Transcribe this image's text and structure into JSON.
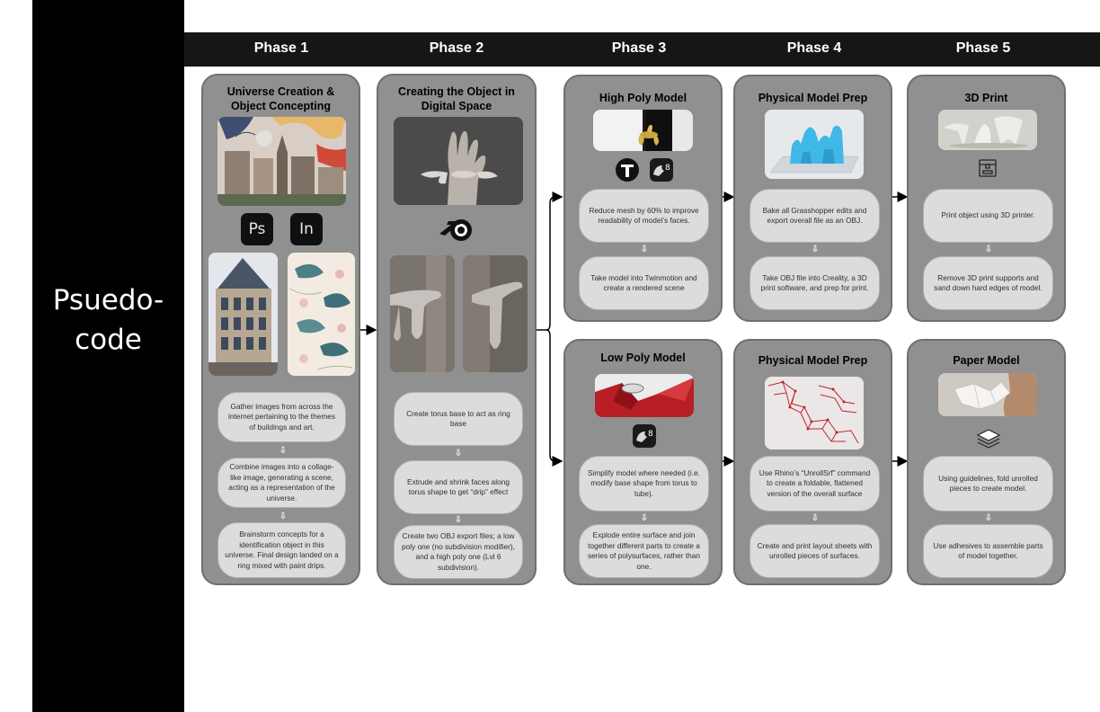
{
  "sidebar": {
    "title": "Psuedo-\ncode"
  },
  "phases": [
    "Phase 1",
    "Phase 2",
    "Phase 3",
    "Phase 4",
    "Phase 5"
  ],
  "cards": {
    "p1": {
      "title": "Universe Creation &\nObject Concepting",
      "apps": [
        "Ps",
        "In"
      ],
      "steps": [
        "Gather images from across the internet pertaining to the themes of buildings and art.",
        "Combine images into a collage-like image, generating a scene, acting as a representation of the universe.",
        "Brainstorm concepts for a identification object in this universe. Final design landed on a ring mixed with paint drips."
      ]
    },
    "p2": {
      "title": "Creating the Object in\nDigital Space",
      "steps": [
        "Create torus base to act as ring base",
        "Extrude and shrink faces along torus shape to get “drip” effect",
        "Create two OBJ export files; a low poly one (no subdivision modifier), and a high poly one (Lvl 6 subdivision)."
      ]
    },
    "p3a": {
      "title": "High Poly Model",
      "steps": [
        "Reduce mesh by 60% to improve readability of model’s faces.",
        "Take model into Twinmotion and create a rendered scene"
      ]
    },
    "p3b": {
      "title": "Low Poly Model",
      "steps": [
        "Simplify model where needed (i.e. modify base shape from torus to tube).",
        "Explode entire surface and join together different parts to create a series of polysurfaces, rather than one."
      ]
    },
    "p4a": {
      "title": "Physical Model Prep",
      "steps": [
        "Bake all Grasshopper edits and export overall file as an OBJ.",
        "Take OBJ file into Creality, a 3D print software, and prep for print."
      ]
    },
    "p4b": {
      "title": "Physical Model Prep",
      "steps": [
        "Use Rhino’s “UnrollSrf” command to create a foldable, flattened version of the overall surface",
        "Create and print layout sheets with unrolled pieces of surfaces."
      ]
    },
    "p5a": {
      "title": "3D Print",
      "steps": [
        "Print object using 3D printer.",
        "Remove 3D print supports and sand down hard edges of model."
      ]
    },
    "p5b": {
      "title": "Paper Model",
      "steps": [
        "Using guidelines, fold unrolled pieces to create model.",
        "Use adhesives to assemble parts of model together."
      ]
    }
  },
  "icons": {
    "blender": "blender-logo-icon",
    "twinmotion": "twinmotion-logo-icon",
    "rhino": "rhino-8-logo-icon",
    "printer": "3d-printer-icon",
    "layers": "layers-stack-icon"
  },
  "colors": {
    "card_bg": "#909090",
    "step_bg": "#dcdcdc",
    "print_blue": "#3fb8e8",
    "paper_red": "#c0242c",
    "phase_bar": "#161616"
  }
}
